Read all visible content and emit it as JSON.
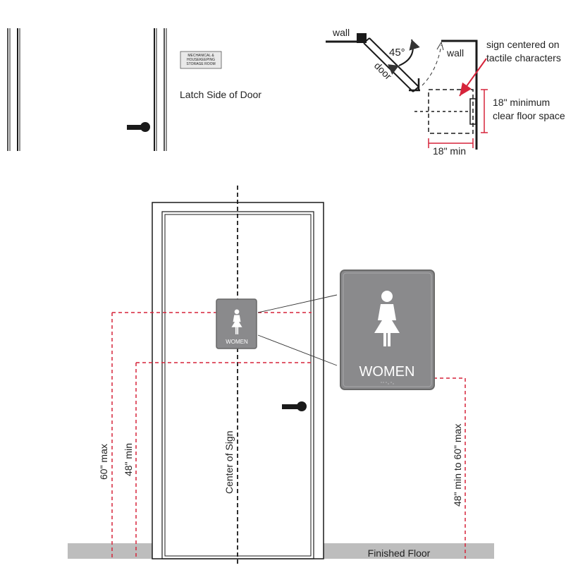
{
  "colors": {
    "line": "#1a1a1a",
    "dimension_red": "#d6243a",
    "sign_gray": "#8a8a8c",
    "floor_gray": "#bdbdbd",
    "sign_text": "#ffffff"
  },
  "top_left": {
    "small_sign_lines": [
      "MECHANICAL &",
      "HOUSEKEEPING",
      "STORAGE ROOM"
    ],
    "latch_label": "Latch Side of Door"
  },
  "plan_view": {
    "wall_left_label": "wall",
    "wall_right_label": "wall",
    "door_label": "door",
    "angle_label": "45°",
    "callout_lines": [
      "sign centered on",
      "tactile characters"
    ],
    "clear_space_lines": [
      "18\" minimum",
      "clear floor space"
    ],
    "min_width_label": "18\" min"
  },
  "elevation": {
    "sign_small_text": "WOMEN",
    "sign_large_text": "WOMEN",
    "center_label": "Center of Sign",
    "dim_60_max": "60\" max",
    "dim_48_min": "48\" min",
    "dim_range": "48\" min to 60\" max",
    "floor_label": "Finished Floor"
  },
  "icons": [
    "door-handle-icon",
    "woman-restroom-icon",
    "arc-arrow-icon"
  ]
}
